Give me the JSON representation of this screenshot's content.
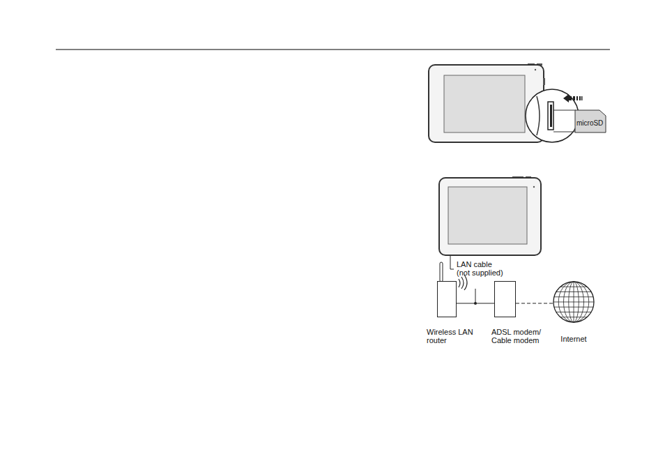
{
  "diagram": {
    "nodes": [
      {
        "text": [
          "microSD"
        ]
      },
      {
        "text": [
          "Wireless LAN router"
        ]
      },
      {
        "text": [
          "ADSL modem/ Cable modem"
        ]
      },
      {
        "text": [
          "Internet"
        ]
      }
    ],
    "edges": [
      {
        "from": 1,
        "to": 2,
        "arrow": "none"
      },
      {
        "from": 2,
        "to": 3,
        "arrow": "none"
      }
    ],
    "labels": [
      "LAN cable (not supplied)"
    ]
  }
}
